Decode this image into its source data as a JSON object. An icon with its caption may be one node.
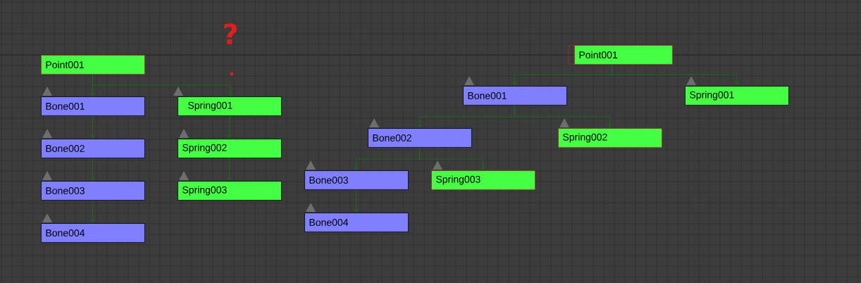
{
  "diagram": {
    "nodes": [
      {
        "text": [
          "Point001"
        ]
      },
      {
        "text": [
          "Bone001"
        ]
      },
      {
        "text": [
          "Spring001"
        ]
      },
      {
        "text": [
          "Bone002"
        ]
      },
      {
        "text": [
          "Spring002"
        ]
      },
      {
        "text": [
          "Bone003"
        ]
      },
      {
        "text": [
          "Spring003"
        ]
      },
      {
        "text": [
          "Bone004"
        ]
      },
      {
        "text": [
          "Point001"
        ]
      },
      {
        "text": [
          "Bone001"
        ]
      },
      {
        "text": [
          "Spring001"
        ]
      },
      {
        "text": [
          "Bone002"
        ]
      },
      {
        "text": [
          "Spring002"
        ]
      },
      {
        "text": [
          "Bone003"
        ]
      },
      {
        "text": [
          "Spring003"
        ]
      },
      {
        "text": [
          "Bone004"
        ]
      }
    ],
    "edges": [
      {
        "from": 0,
        "to": 1,
        "arrow": "to"
      },
      {
        "from": 0,
        "to": 2,
        "arrow": "to"
      },
      {
        "from": 1,
        "to": 3,
        "arrow": "to"
      },
      {
        "from": 3,
        "to": 5,
        "arrow": "to"
      },
      {
        "from": 5,
        "to": 7,
        "arrow": "to"
      },
      {
        "from": 2,
        "to": 4,
        "arrow": "to"
      },
      {
        "from": 4,
        "to": 6,
        "arrow": "to"
      },
      {
        "from": 8,
        "to": 9,
        "arrow": "to"
      },
      {
        "from": 8,
        "to": 10,
        "arrow": "to"
      },
      {
        "from": 9,
        "to": 11,
        "arrow": "to"
      },
      {
        "from": 9,
        "to": 12,
        "arrow": "to"
      },
      {
        "from": 11,
        "to": 13,
        "arrow": "to"
      },
      {
        "from": 11,
        "to": 14,
        "arrow": "to"
      },
      {
        "from": 13,
        "to": 15,
        "arrow": "to"
      }
    ],
    "labels": [
      "?"
    ]
  }
}
